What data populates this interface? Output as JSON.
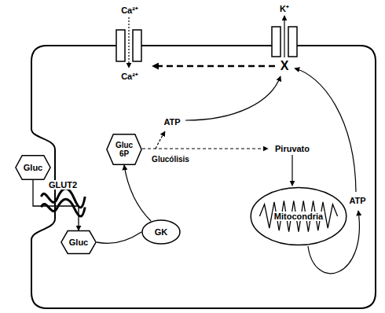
{
  "diagram": {
    "nodes": [
      {
        "text": [
          "Gluc 6P"
        ]
      },
      {
        "text": [
          "Gluc"
        ]
      },
      {
        "text": [
          "GLUT2"
        ]
      },
      {
        "text": [
          "GK"
        ]
      },
      {
        "text": [
          "Mitocondria"
        ]
      },
      {
        "text": [
          "Gluc"
        ]
      }
    ],
    "edges": [
      {
        "from": 1,
        "to": 5,
        "arrow": "to"
      },
      {
        "from": 5,
        "to": 3,
        "arrow": "none"
      },
      {
        "from": 3,
        "to": 0,
        "arrow": "to"
      }
    ],
    "labels": [
      "Ca²⁺",
      "K⁺",
      "X",
      "Ca²⁺",
      "ATP",
      "Glucólisis",
      "Piruvato",
      "ATP"
    ]
  }
}
